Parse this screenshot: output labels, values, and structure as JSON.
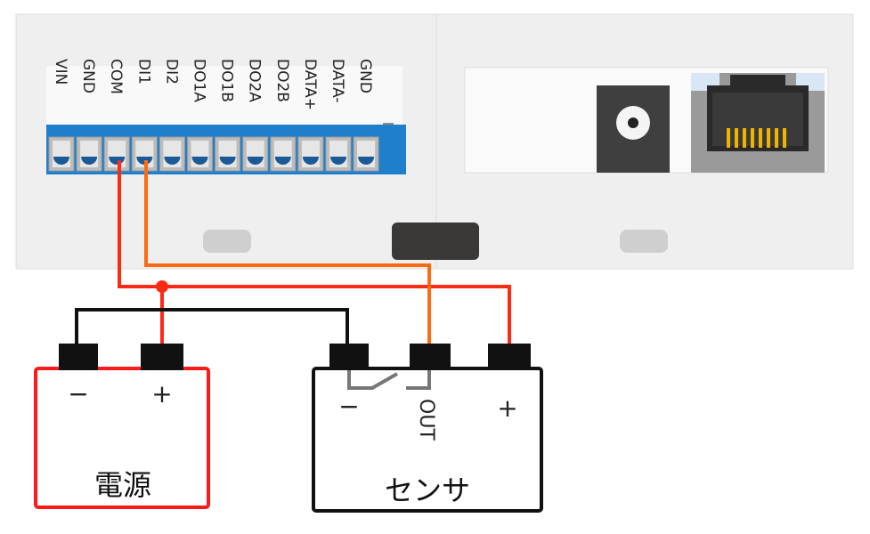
{
  "device": {
    "terminals": [
      "VIN",
      "GND",
      "COM",
      "DI1",
      "DI2",
      "DO1A",
      "DO1B",
      "DO2A",
      "DO2B",
      "DATA+",
      "DATA-",
      "GND"
    ]
  },
  "power_supply": {
    "title": "電源",
    "minus_label": "−",
    "plus_label": "+"
  },
  "sensor": {
    "title": "センサ",
    "minus_label": "−",
    "out_label": "OUT",
    "plus_label": "+"
  },
  "colors": {
    "enclosure": "#efefef",
    "terminal_block": "#1f7fcc",
    "wire_red": "#ff2a14",
    "wire_orange": "#ff6a10",
    "wire_black": "#111111",
    "switch_gray": "#777777",
    "box_power": "#ff1a1a",
    "box_sensor": "#111111"
  }
}
